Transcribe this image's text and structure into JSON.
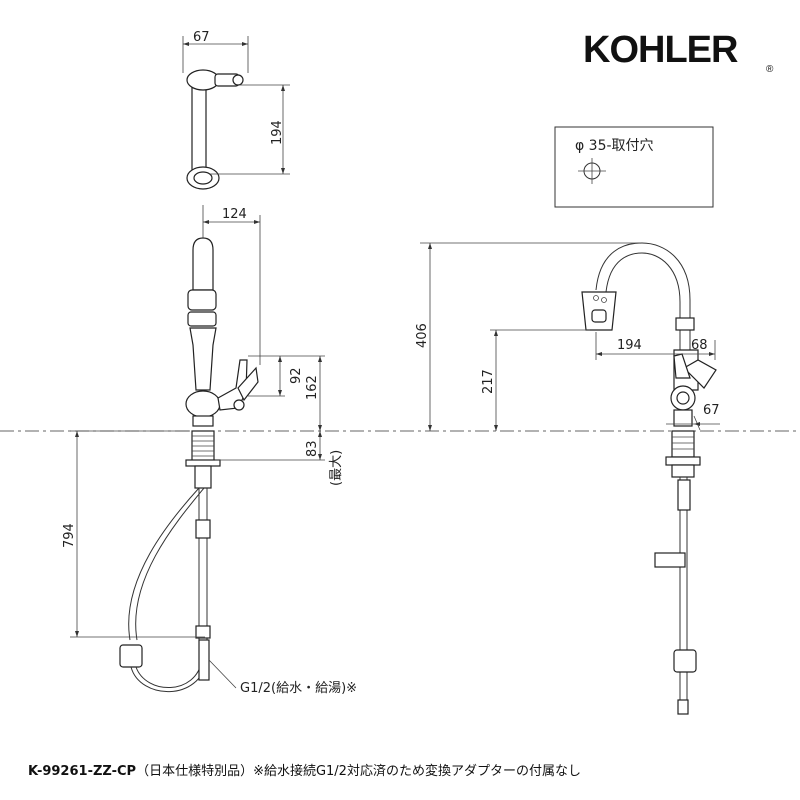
{
  "brand": {
    "name": "KOHLER",
    "reg_mark": "®"
  },
  "mounting_hole": {
    "label": "φ 35-取付穴"
  },
  "dimensions": {
    "top_width": "67",
    "top_length": "194",
    "spout_reach": "124",
    "handle_height": "92",
    "lever_height": "162",
    "below_deck": "83",
    "below_deck_note": "(最大)",
    "hose_length": "794",
    "total_height": "406",
    "outlet_height": "217",
    "outlet_reach": "194",
    "side_offset": "68",
    "base_width": "67"
  },
  "connection_label": "G1/2(給水・給湯)※",
  "caption": {
    "model": "K-99261-ZZ-CP",
    "note": "（日本仕様特別品）※給水接続G1/2対応済のため変換アダプターの付属なし"
  }
}
